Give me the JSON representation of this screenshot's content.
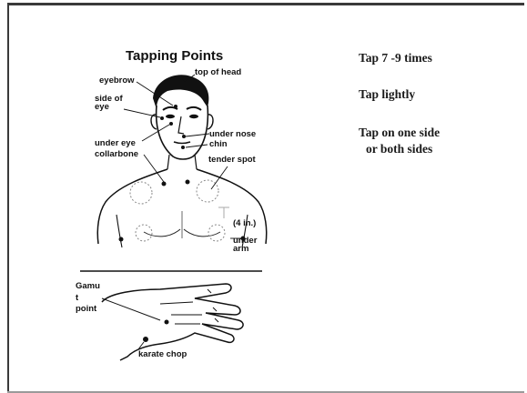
{
  "diagram": {
    "title": "Tapping Points",
    "labels": {
      "top_of_head": "top of head",
      "eyebrow": "eyebrow",
      "side_of_eye_1": "side of",
      "side_of_eye_2": "eye",
      "under_nose": "under nose",
      "chin": "chin",
      "under_eye": "under eye",
      "collarbone": "collarbone",
      "tender_spot": "tender spot",
      "four_in": "(4 in.)",
      "under_arm_1": "under",
      "under_arm_2": "arm",
      "gamut_1": "Gamu",
      "gamut_2": "t",
      "gamut_3": "point",
      "karate_chop": "karate chop"
    }
  },
  "instructions": [
    "Tap 7 -9 times",
    "Tap lightly",
    "Tap on one side",
    "or both sides"
  ]
}
